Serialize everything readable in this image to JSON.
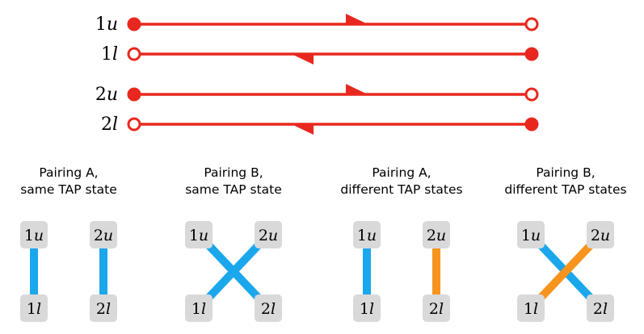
{
  "lines": [
    {
      "label": "1u",
      "direction": "right",
      "filled_end": "left"
    },
    {
      "label": "1l",
      "direction": "left",
      "filled_end": "right"
    },
    {
      "label": "2u",
      "direction": "right",
      "filled_end": "left"
    },
    {
      "label": "2l",
      "direction": "left",
      "filled_end": "right"
    }
  ],
  "panels": [
    {
      "caption": [
        "Pairing A,",
        "same TAP state"
      ],
      "pairing": "A",
      "nodes": {
        "top_left": "1u",
        "top_right": "2u",
        "bottom_left": "1l",
        "bottom_right": "2l"
      },
      "connector_colors": [
        "#1aa7ec",
        "#1aa7ec"
      ]
    },
    {
      "caption": [
        "Pairing B,",
        "same TAP state"
      ],
      "pairing": "B",
      "nodes": {
        "top_left": "1u",
        "top_right": "2u",
        "bottom_left": "1l",
        "bottom_right": "2l"
      },
      "connector_colors": [
        "#1aa7ec",
        "#1aa7ec"
      ]
    },
    {
      "caption": [
        "Pairing A,",
        "different TAP states"
      ],
      "pairing": "A",
      "nodes": {
        "top_left": "1u",
        "top_right": "2u",
        "bottom_left": "1l",
        "bottom_right": "2l"
      },
      "connector_colors": [
        "#1aa7ec",
        "#f7941d"
      ]
    },
    {
      "caption": [
        "Pairing B,",
        "different TAP states"
      ],
      "pairing": "B",
      "nodes": {
        "top_left": "1u",
        "top_right": "2u",
        "bottom_left": "1l",
        "bottom_right": "2l"
      },
      "connector_colors": [
        "#1aa7ec",
        "#f7941d"
      ]
    }
  ],
  "colors": {
    "line": "#e8281e",
    "node_box": "#d9d9d9",
    "blue": "#1aa7ec",
    "orange": "#f7941d"
  }
}
